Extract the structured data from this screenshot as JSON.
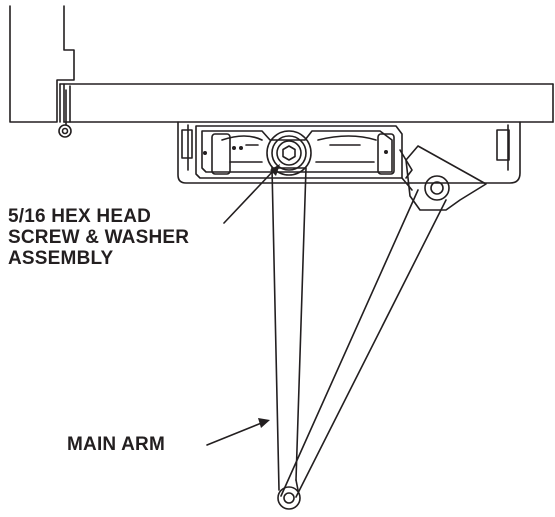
{
  "labels": {
    "screw_line1": "5/16 HEX HEAD",
    "screw_line2": "SCREW & WASHER",
    "screw_line3": "ASSEMBLY",
    "main_arm": "MAIN ARM"
  },
  "colors": {
    "ink": "#231f20",
    "paper": "#ffffff"
  }
}
